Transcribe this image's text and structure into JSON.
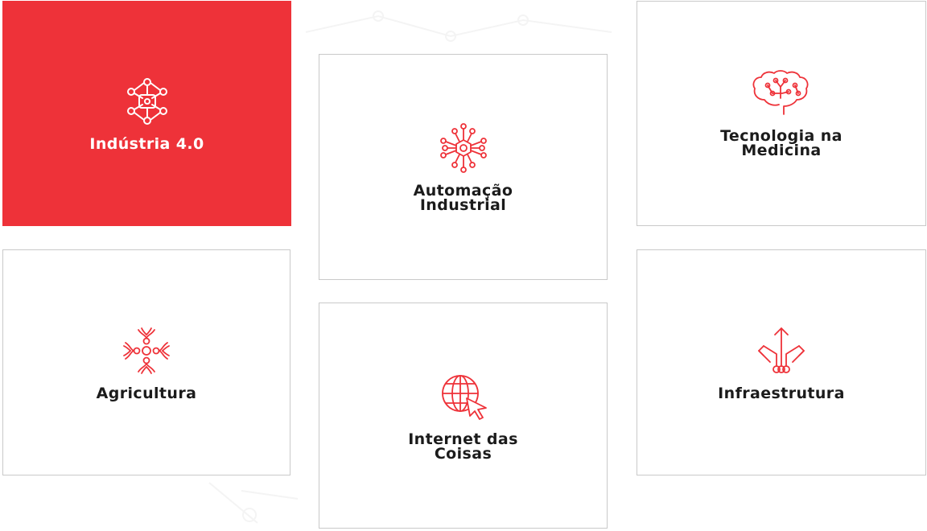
{
  "cards": [
    {
      "id": "industria",
      "label": "Indústria 4.0",
      "icon": "molecule-icon",
      "active": true
    },
    {
      "id": "automacao",
      "label": "Automação\nIndustrial",
      "icon": "chip-circuit-icon",
      "active": false
    },
    {
      "id": "medicina",
      "label": "Tecnologia na\nMedicina",
      "icon": "brain-circuit-icon",
      "active": false
    },
    {
      "id": "agricultura",
      "label": "Agricultura",
      "icon": "sprout-ring-icon",
      "active": false
    },
    {
      "id": "internet",
      "label": "Internet das\nCoisas",
      "icon": "globe-cursor-icon",
      "active": false
    },
    {
      "id": "infra",
      "label": "Infraestrutura",
      "icon": "branching-arrows-icon",
      "active": false
    }
  ],
  "colors": {
    "accent": "#ee3239",
    "text": "#1b1b1b",
    "border": "#c9c9c9",
    "active_text": "#ffffff"
  }
}
